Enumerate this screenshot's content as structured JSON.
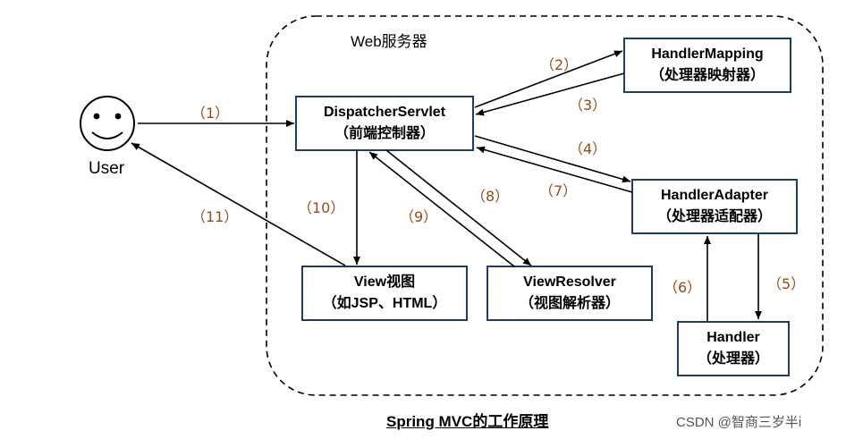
{
  "region_label": "Web服务器",
  "user_label": "User",
  "nodes": {
    "dispatcher": {
      "line1": "DispatcherServlet",
      "line2": "（前端控制器）"
    },
    "handler_mapping": {
      "line1": "HandlerMapping",
      "line2": "（处理器映射器）"
    },
    "handler_adapter": {
      "line1": "HandlerAdapter",
      "line2": "（处理器适配器）"
    },
    "handler": {
      "line1": "Handler",
      "line2": "（处理器）"
    },
    "view": {
      "line1": "View视图",
      "line2": "（如JSP、HTML）"
    },
    "view_resolver": {
      "line1": "ViewResolver",
      "line2": "（视图解析器）"
    }
  },
  "steps": {
    "s1": "（1）",
    "s2": "（2）",
    "s3": "（3）",
    "s4": "（4）",
    "s5": "（5）",
    "s6": "（6）",
    "s7": "（7）",
    "s8": "（8）",
    "s9": "（9）",
    "s10": "（10）",
    "s11": "（11）"
  },
  "caption": "Spring MVC的工作原理",
  "watermark": "CSDN @智商三岁半i",
  "colors": {
    "box_border": "#1f3c66",
    "step_text": "#9a4a16"
  }
}
